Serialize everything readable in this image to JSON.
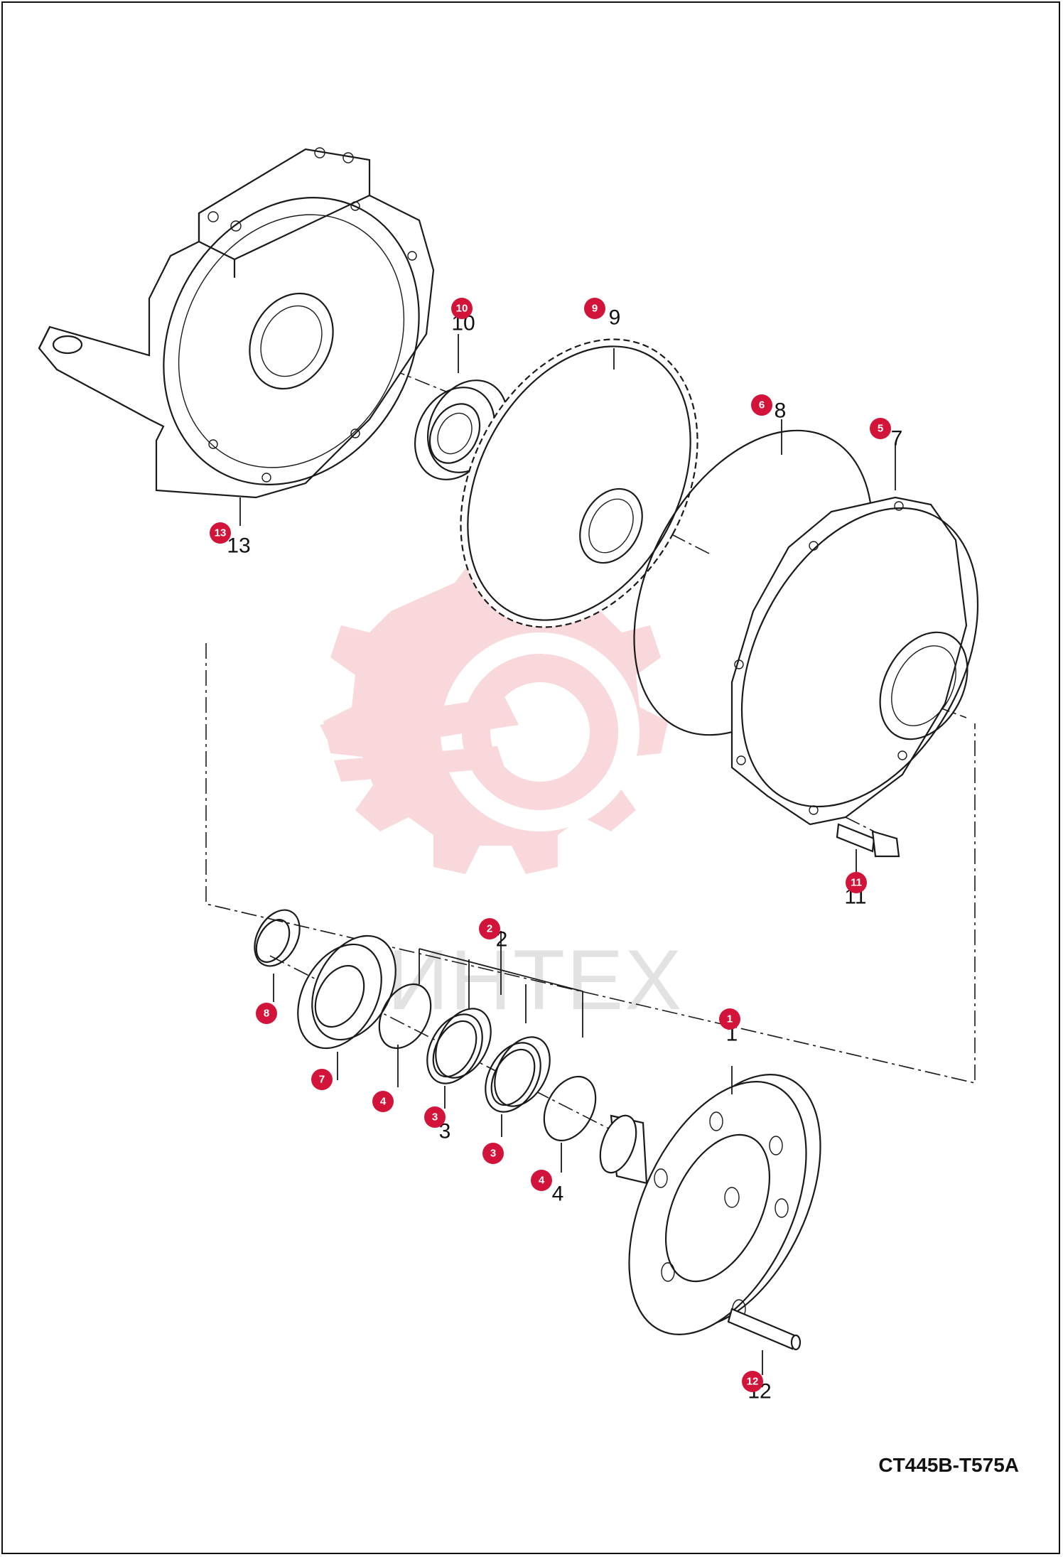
{
  "drawing_code": "CT445B-T575A",
  "watermark": {
    "text": "ИНТЕХ",
    "color": "#f4b9bd"
  },
  "callout_color": "#d3143a",
  "callouts": [
    {
      "id": "1",
      "label": "1"
    },
    {
      "id": "2",
      "label": "2"
    },
    {
      "id": "3a",
      "label": "3"
    },
    {
      "id": "3b",
      "label": "3"
    },
    {
      "id": "4a",
      "label": "4"
    },
    {
      "id": "4b",
      "label": "4"
    },
    {
      "id": "5",
      "label": "5"
    },
    {
      "id": "6",
      "label": "6"
    },
    {
      "id": "7",
      "label": "7"
    },
    {
      "id": "8",
      "label": "8"
    },
    {
      "id": "9",
      "label": "9"
    },
    {
      "id": "10",
      "label": "10"
    },
    {
      "id": "11",
      "label": "11"
    },
    {
      "id": "12",
      "label": "12"
    },
    {
      "id": "13",
      "label": "13"
    }
  ]
}
